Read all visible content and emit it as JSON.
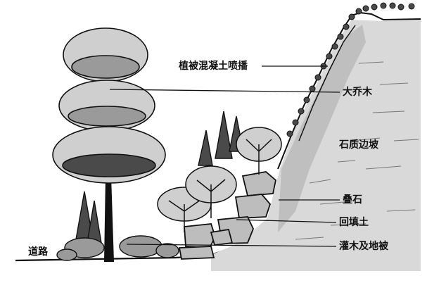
{
  "diagram": {
    "labels": {
      "vegetation_concrete": "植被混凝土喷播",
      "large_trees": "大乔木",
      "rock_slope": "石质边坡",
      "stacked_stones": "叠石",
      "backfill_soil": "回填土",
      "shrubs_groundcover": "灌木及地被",
      "road": "道路"
    },
    "colors": {
      "ink": "#111111",
      "rock_fill": "#d9d9d9",
      "rock_shade": "#a9a9a9",
      "foliage_light": "#cfcfcf",
      "foliage_mid": "#9a9a9a",
      "foliage_dark": "#4a4a4a",
      "stone_fill": "#bdbdbd"
    }
  }
}
